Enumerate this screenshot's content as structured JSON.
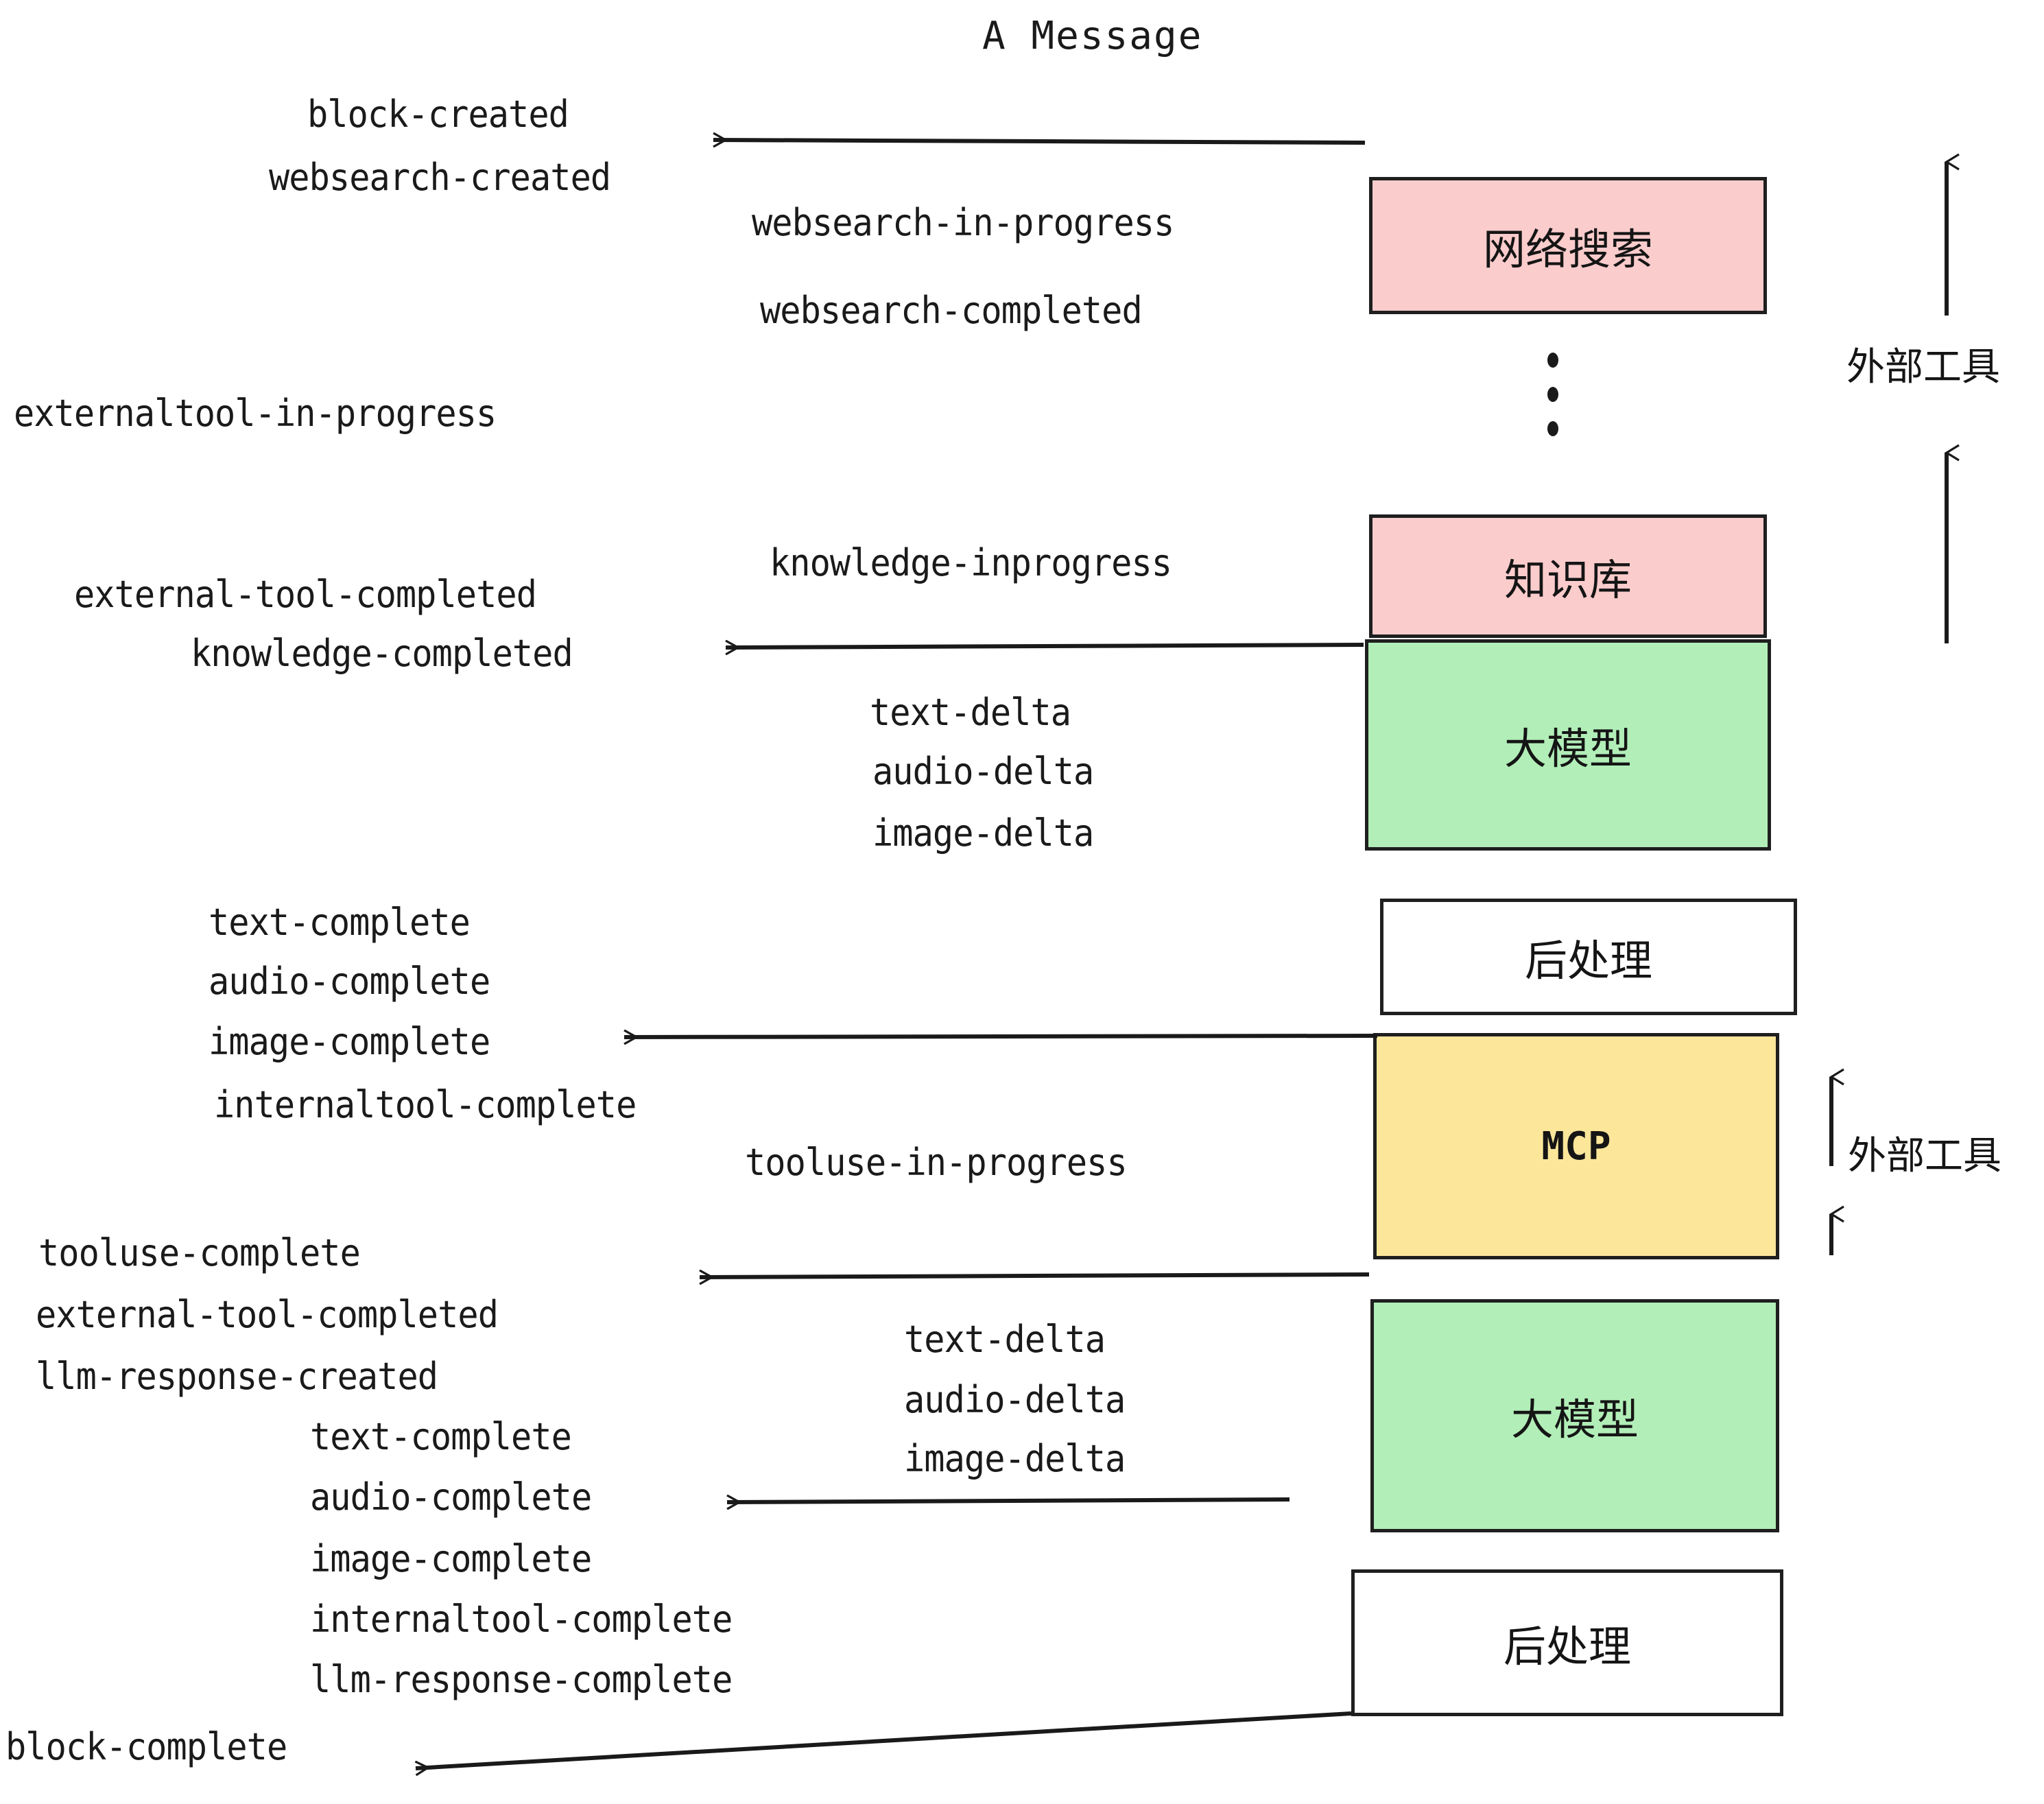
{
  "title": "A Message",
  "colors": {
    "pink": "#FBCCCC",
    "green": "#B2EEB8",
    "yellow": "#FBE69A",
    "white": "#FFFFFF",
    "stroke": "#1F1F1F",
    "text": "#1A1A1A"
  },
  "nodes": [
    {
      "id": "websearch",
      "label": "网络搜索",
      "fill": "pink"
    },
    {
      "id": "knowledge",
      "label": "知识库",
      "fill": "pink"
    },
    {
      "id": "llm-top",
      "label": "大模型",
      "fill": "green"
    },
    {
      "id": "post-top",
      "label": "后处理",
      "fill": "white"
    },
    {
      "id": "mcp",
      "label": "MCP",
      "fill": "yellow"
    },
    {
      "id": "llm-bottom",
      "label": "大模型",
      "fill": "green"
    },
    {
      "id": "post-bottom",
      "label": "后处理",
      "fill": "white"
    }
  ],
  "side_labels": [
    {
      "id": "external-tools-top",
      "label": "外部工具"
    },
    {
      "id": "external-tools-bottom",
      "label": "外部工具"
    }
  ],
  "events": [
    {
      "id": "block-created",
      "label": "block-created"
    },
    {
      "id": "websearch-created",
      "label": "websearch-created"
    },
    {
      "id": "websearch-in-progress",
      "label": "websearch-in-progress"
    },
    {
      "id": "websearch-completed",
      "label": "websearch-completed"
    },
    {
      "id": "externaltool-in-progress",
      "label": "externaltool-in-progress"
    },
    {
      "id": "knowledge-inprogress",
      "label": "knowledge-inprogress"
    },
    {
      "id": "external-tool-completed-1",
      "label": "external-tool-completed"
    },
    {
      "id": "knowledge-completed",
      "label": "knowledge-completed"
    },
    {
      "id": "text-delta-1",
      "label": "text-delta"
    },
    {
      "id": "audio-delta-1",
      "label": "audio-delta"
    },
    {
      "id": "image-delta-1",
      "label": "image-delta"
    },
    {
      "id": "text-complete-1",
      "label": "text-complete"
    },
    {
      "id": "audio-complete-1",
      "label": "audio-complete"
    },
    {
      "id": "image-complete-1",
      "label": "image-complete"
    },
    {
      "id": "internaltool-complete-1",
      "label": "internaltool-complete"
    },
    {
      "id": "tooluse-in-progress",
      "label": "tooluse-in-progress"
    },
    {
      "id": "tooluse-complete",
      "label": "tooluse-complete"
    },
    {
      "id": "external-tool-completed-2",
      "label": "external-tool-completed"
    },
    {
      "id": "llm-response-created",
      "label": "llm-response-created"
    },
    {
      "id": "text-delta-2",
      "label": "text-delta"
    },
    {
      "id": "audio-delta-2",
      "label": "audio-delta"
    },
    {
      "id": "image-delta-2",
      "label": "image-delta"
    },
    {
      "id": "text-complete-2",
      "label": "text-complete"
    },
    {
      "id": "audio-complete-2",
      "label": "audio-complete"
    },
    {
      "id": "image-complete-2",
      "label": "image-complete"
    },
    {
      "id": "internaltool-complete-2",
      "label": "internaltool-complete"
    },
    {
      "id": "llm-response-complete",
      "label": "llm-response-complete"
    },
    {
      "id": "block-complete",
      "label": "block-complete"
    }
  ]
}
